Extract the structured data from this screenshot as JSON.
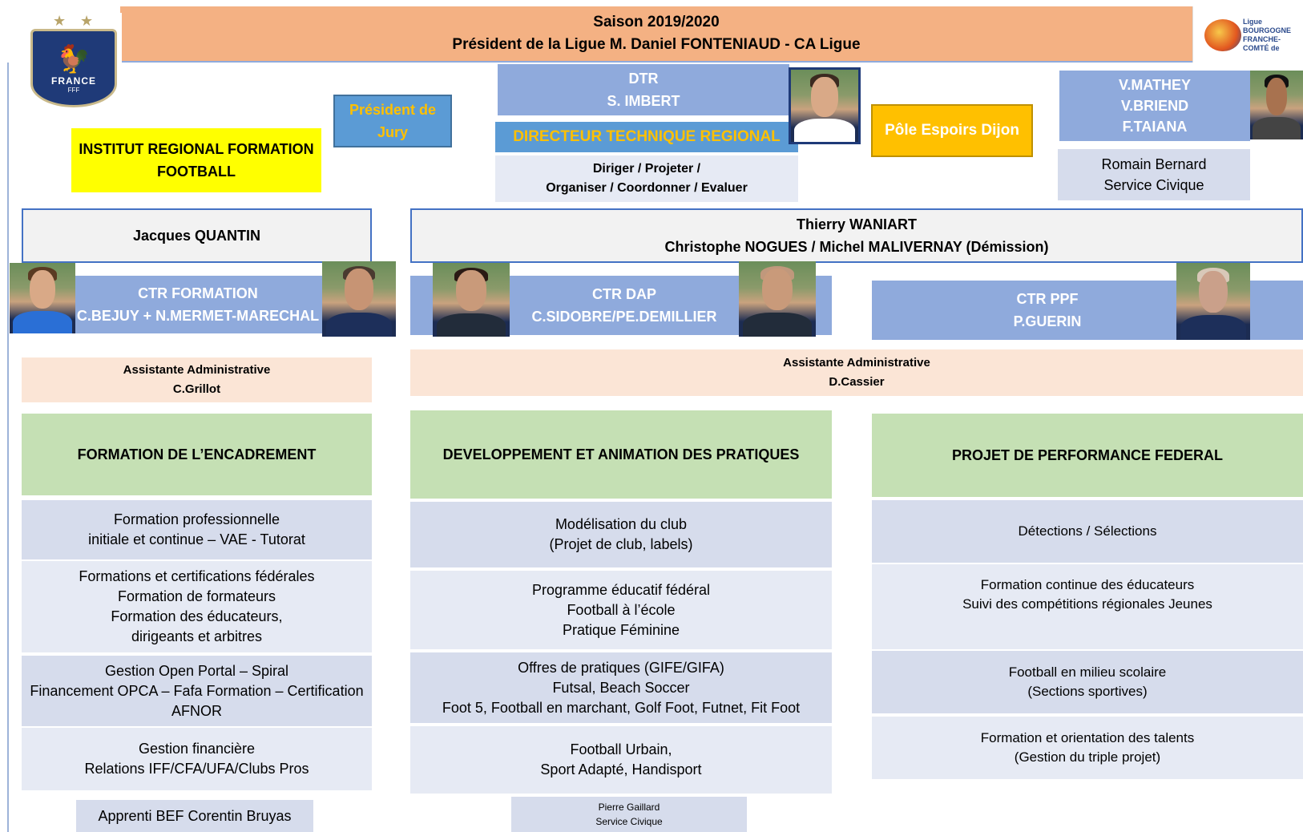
{
  "header": {
    "season": "Saison 2019/2020",
    "president": "Président de la Ligue M. Daniel FONTENIAUD - CA Ligue"
  },
  "logos": {
    "fff_text": "FRANCE",
    "fff_sub": "FFF",
    "ligue_text": "Ligue BOURGOGNE FRANCHE-COMTÉ de Football"
  },
  "top": {
    "jury": "Président de\nJury",
    "irff": "INSTITUT REGIONAL FORMATION\nFOOTBALL",
    "dtr_title": "DTR\nS. IMBERT",
    "dtr_role": "DIRECTEUR TECHNIQUE REGIONAL",
    "dtr_missions": "Diriger / Projeter /\nOrganiser / Coordonner / Evaluer",
    "pole": "Pôle Espoirs Dijon",
    "staff": "V.MATHEY\nV.BRIEND\nF.TAIANA",
    "civic": "Romain Bernard\nService Civique"
  },
  "left": {
    "manager": "Jacques QUANTIN",
    "ctr": "CTR FORMATION\nC.BEJUY + N.MERMET-MARECHAL",
    "assistant": "Assistante Administrative\nC.Grillot",
    "heading": "FORMATION DE L’ENCADREMENT",
    "items": [
      "Formation professionnelle\ninitiale et continue – VAE - Tutorat",
      "Formations et certifications fédérales\nFormation de formateurs\nFormation des éducateurs,\ndirigeants et arbitres",
      "Gestion Open Portal – Spiral\nFinancement OPCA – Fafa Formation – Certification\nAFNOR",
      "Gestion financière\nRelations IFF/CFA/UFA/Clubs Pros"
    ],
    "apprentice": "Apprenti BEF Corentin Bruyas"
  },
  "middle": {
    "manager": "Thierry WANIART\nChristophe NOGUES / Michel MALIVERNAY (Démission)",
    "ctr": "CTR DAP\nC.SIDOBRE/PE.DEMILLIER",
    "assistant": "Assistante Administrative\nD.Cassier",
    "heading": "DEVELOPPEMENT ET ANIMATION DES PRATIQUES",
    "items": [
      "Modélisation du club\n(Projet de club, labels)",
      "Programme éducatif fédéral\nFootball à l’école\nPratique Féminine",
      "Offres de pratiques (GIFE/GIFA)\nFutsal, Beach Soccer\nFoot 5, Football en marchant, Golf Foot, Futnet, Fit Foot",
      "Football Urbain,\nSport Adapté, Handisport"
    ],
    "civic": "Pierre Gaillard\nService Civique"
  },
  "right": {
    "ctr": "CTR PPF\nP.GUERIN",
    "heading": "PROJET DE PERFORMANCE FEDERAL",
    "items": [
      "Détections / Sélections",
      "Formation continue des éducateurs\nSuivi des compétitions régionales Jeunes",
      "Football en milieu scolaire\n(Sections sportives)",
      "Formation et orientation des talents\n(Gestion du triple projet)"
    ]
  },
  "colors": {
    "header_bg": "#f4b183",
    "ctr_blue": "#8faadc",
    "role_blue": "#5b9bd5",
    "role_text": "#ffc000",
    "irff_yellow": "#ffff00",
    "pole_orange": "#ffc000",
    "heading_green": "#c5e0b4",
    "assistant_peach": "#fbe5d6"
  }
}
